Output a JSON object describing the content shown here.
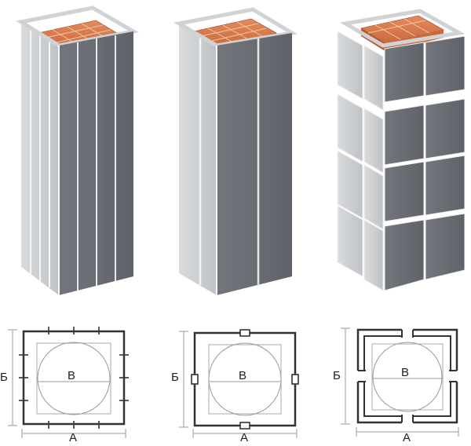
{
  "colors": {
    "background": "#ffffff",
    "panel_front": "#6b6f75",
    "panel_front_light": "#7e8288",
    "panel_side": "#c7cacd",
    "panel_side_light": "#dcdee0",
    "panel_top": "#ebeced",
    "edge": "#f4f5f6",
    "brick": "#d8764a",
    "brick_dark": "#b45a33",
    "brick_mortar": "#f2c7a6",
    "dim_line": "#8a8a8a",
    "profile_line": "#333333",
    "grid_line": "#bbbbbb"
  },
  "icons": {
    "column_1": "vertical-strip-cladding-icon",
    "column_2": "corner-panel-cladding-icon",
    "column_3": "block-panel-cladding-icon"
  },
  "sections": [
    {
      "name": "section-1",
      "label_a": "А",
      "label_b": "Б",
      "label_v": "В"
    },
    {
      "name": "section-2",
      "label_a": "А",
      "label_b": "Б",
      "label_v": "В"
    },
    {
      "name": "section-3",
      "label_a": "А",
      "label_b": "Б",
      "label_v": "В"
    }
  ]
}
